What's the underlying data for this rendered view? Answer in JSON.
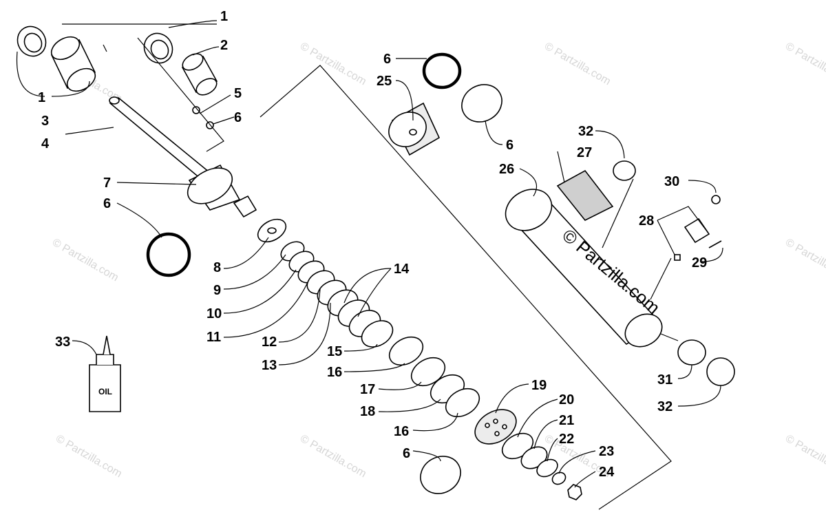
{
  "diagram": {
    "watermark": "© Partzilla.com",
    "oil_label": "OIL",
    "callouts": {
      "c1a": "1",
      "c1b": "1",
      "c2": "2",
      "c3": "3",
      "c4": "4",
      "c5": "5",
      "c6a": "6",
      "c6b": "6",
      "c6c": "6",
      "c6d": "6",
      "c6e": "6",
      "c7": "7",
      "c8": "8",
      "c9": "9",
      "c10": "10",
      "c11": "11",
      "c12": "12",
      "c13": "13",
      "c14": "14",
      "c15": "15",
      "c16a": "16",
      "c16b": "16",
      "c17": "17",
      "c18": "18",
      "c19": "19",
      "c20": "20",
      "c21": "21",
      "c22": "22",
      "c23": "23",
      "c24": "24",
      "c25": "25",
      "c26": "26",
      "c27": "27",
      "c28": "28",
      "c29": "29",
      "c30": "30",
      "c31": "31",
      "c32a": "32",
      "c32b": "32",
      "c33": "33"
    }
  }
}
